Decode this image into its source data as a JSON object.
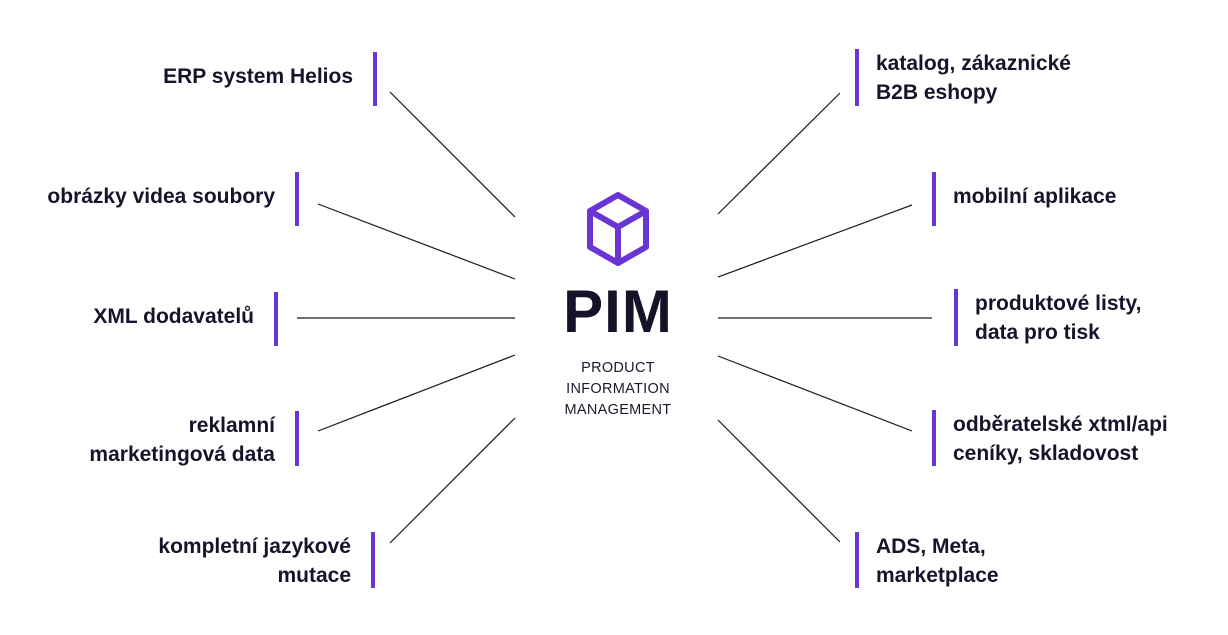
{
  "center": {
    "icon": "cube-icon",
    "title": "PIM",
    "subtitle": "PRODUCT\nINFORMATION\nMANAGEMENT"
  },
  "colors": {
    "accent": "#6b35d6",
    "text": "#15142a",
    "line": "#1a1a1a"
  },
  "sources": [
    {
      "label": "ERP system Helios"
    },
    {
      "label": "obrázky videa soubory"
    },
    {
      "label": "XML dodavatelů"
    },
    {
      "label": "reklamní\nmarketingová data"
    },
    {
      "label": "kompletní jazykové\nmutace"
    }
  ],
  "outputs": [
    {
      "label": "katalog, zákaznické\nB2B eshopy"
    },
    {
      "label": "mobilní aplikace"
    },
    {
      "label": "produktové listy,\ndata pro tisk"
    },
    {
      "label": "odběratelské xtml/api\nceníky, skladovost"
    },
    {
      "label": "ADS, Meta,\nmarketplace"
    }
  ]
}
